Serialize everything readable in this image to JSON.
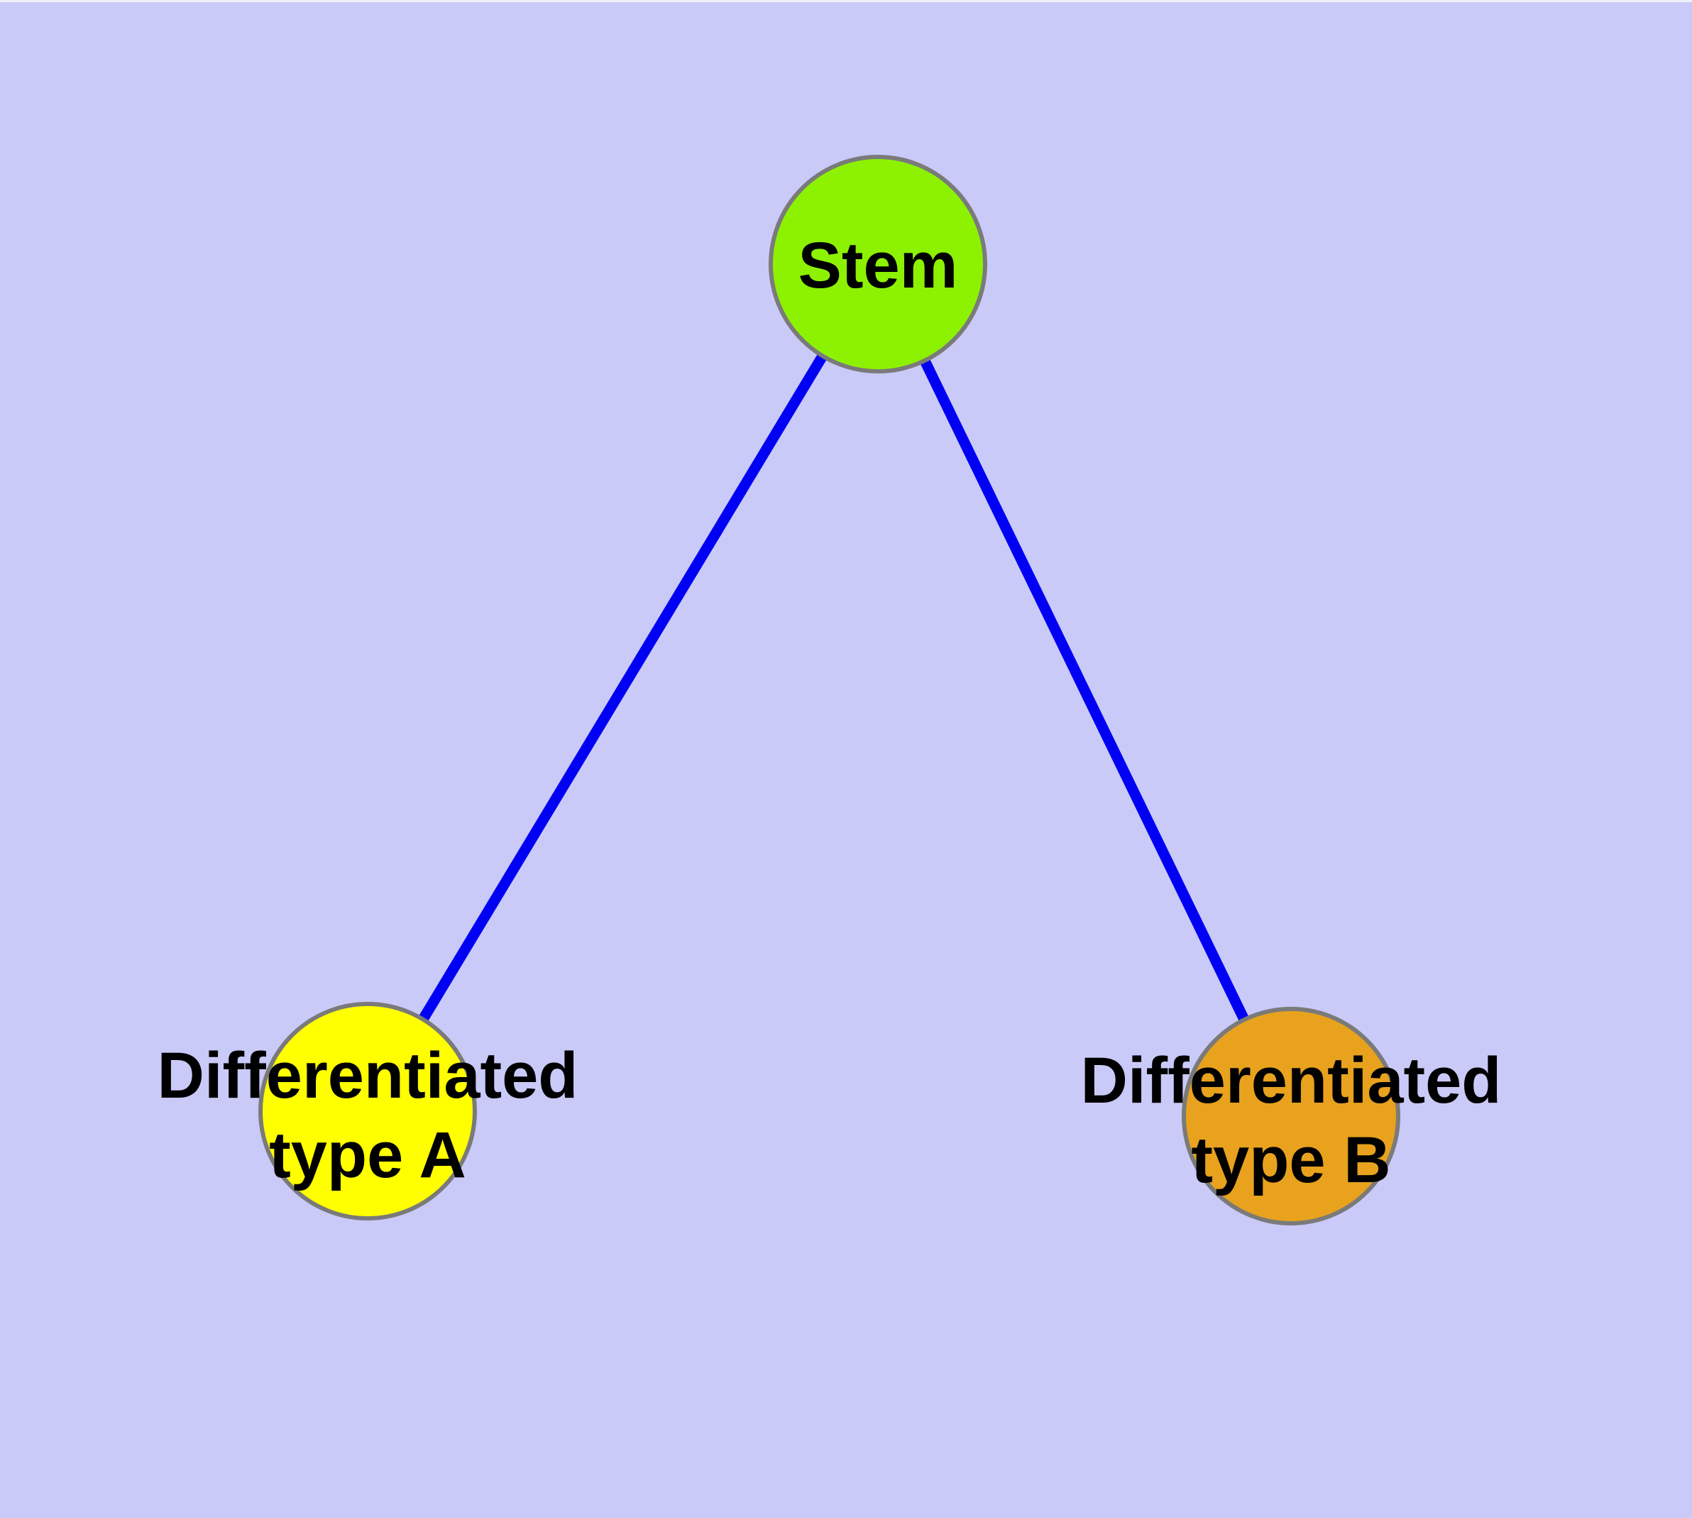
{
  "diagram": {
    "title": "",
    "background_color": "#cacaf8",
    "top_edge_highlight_color": "#efeffa",
    "edge_color": "#0000f5",
    "node_stroke_color": "#7a7a7a",
    "label_color": "#000000",
    "nodes": {
      "stem": {
        "label": "Stem",
        "fill": "#8df202"
      },
      "type_a": {
        "label_line1": "Differentiated",
        "label_line2": "type A",
        "fill": "#ffff00"
      },
      "type_b": {
        "label_line1": "Differentiated",
        "label_line2": "type B",
        "fill": "#e8a21d"
      }
    },
    "edges": [
      {
        "from": "Stem",
        "to": "Differentiated type A"
      },
      {
        "from": "Stem",
        "to": "Differentiated type B"
      }
    ]
  }
}
